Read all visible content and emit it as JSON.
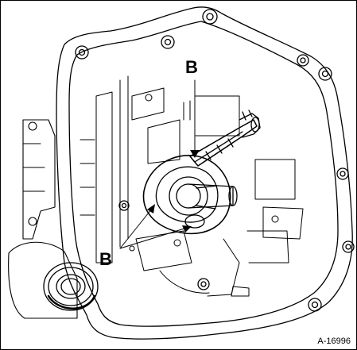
{
  "callouts": {
    "top_label": "B",
    "bottom_label": "B"
  },
  "figure_code": "A-16996",
  "colors": {
    "line": "#000000",
    "paper": "#ffffff"
  }
}
